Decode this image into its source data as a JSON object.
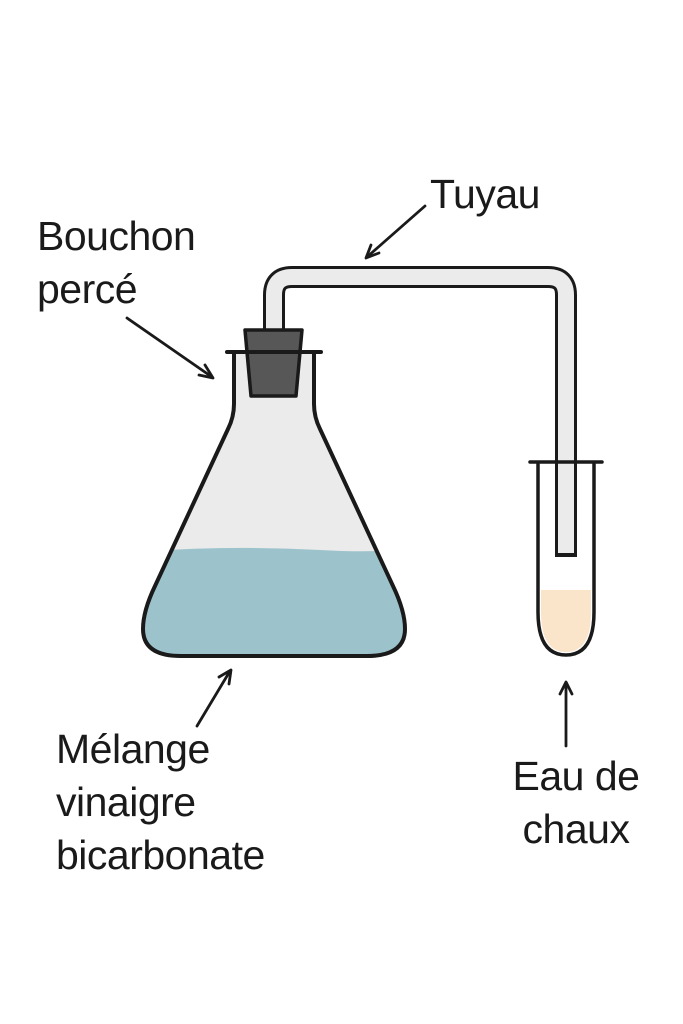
{
  "diagram": {
    "labels": {
      "stopper": {
        "line1": "Bouchon",
        "line2": "percé"
      },
      "tube": {
        "text": "Tuyau"
      },
      "mixture": {
        "line1": "Mélange",
        "line2": "vinaigre",
        "line3": "bicarbonate"
      },
      "lime_water": {
        "line1": "Eau de",
        "line2": "chaux"
      }
    },
    "colors": {
      "outline": "#1a1a1a",
      "glass": "#ebebeb",
      "flask_liquid": "#9cc3cc",
      "lime_water_liquid": "#fae5cb",
      "stopper": "#575757",
      "background": "#ffffff"
    }
  }
}
